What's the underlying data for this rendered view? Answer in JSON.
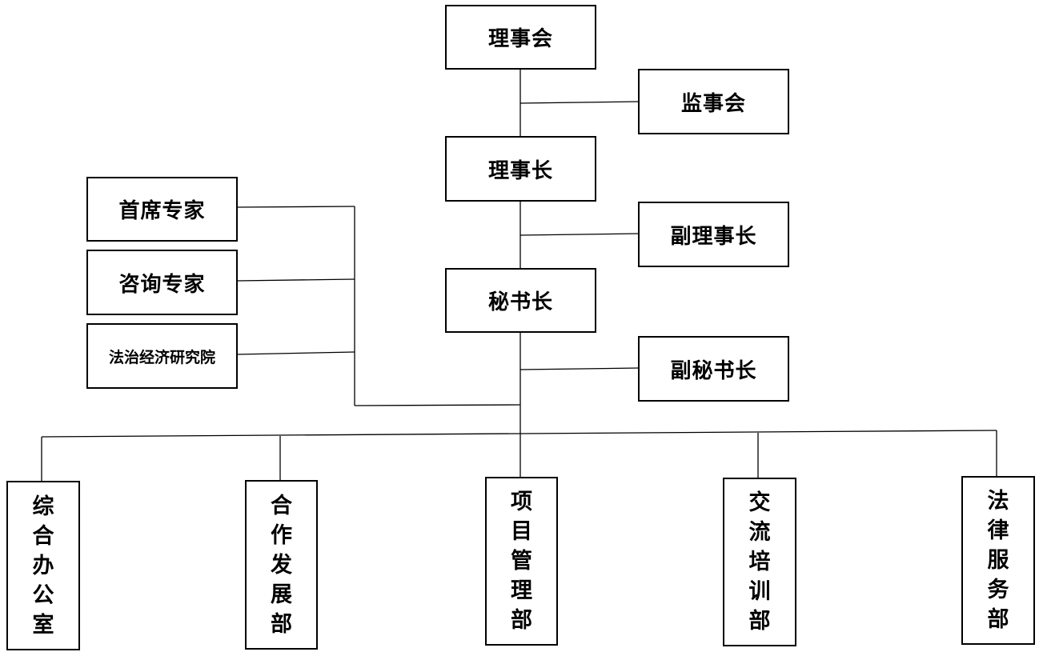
{
  "nodes": {
    "council": "理事会",
    "supervisors": "监事会",
    "chairman": "理事长",
    "vice_chairman": "副理事长",
    "secretary_general": "秘书长",
    "deputy_secretary_general": "副秘书长",
    "chief_expert": "首席专家",
    "consulting_expert": "咨询专家",
    "law_economy_institute": "法治经济研究院"
  },
  "departments": [
    "综合办公室",
    "合作发展部",
    "项目管理部",
    "交流培训部",
    "法律服务部"
  ]
}
